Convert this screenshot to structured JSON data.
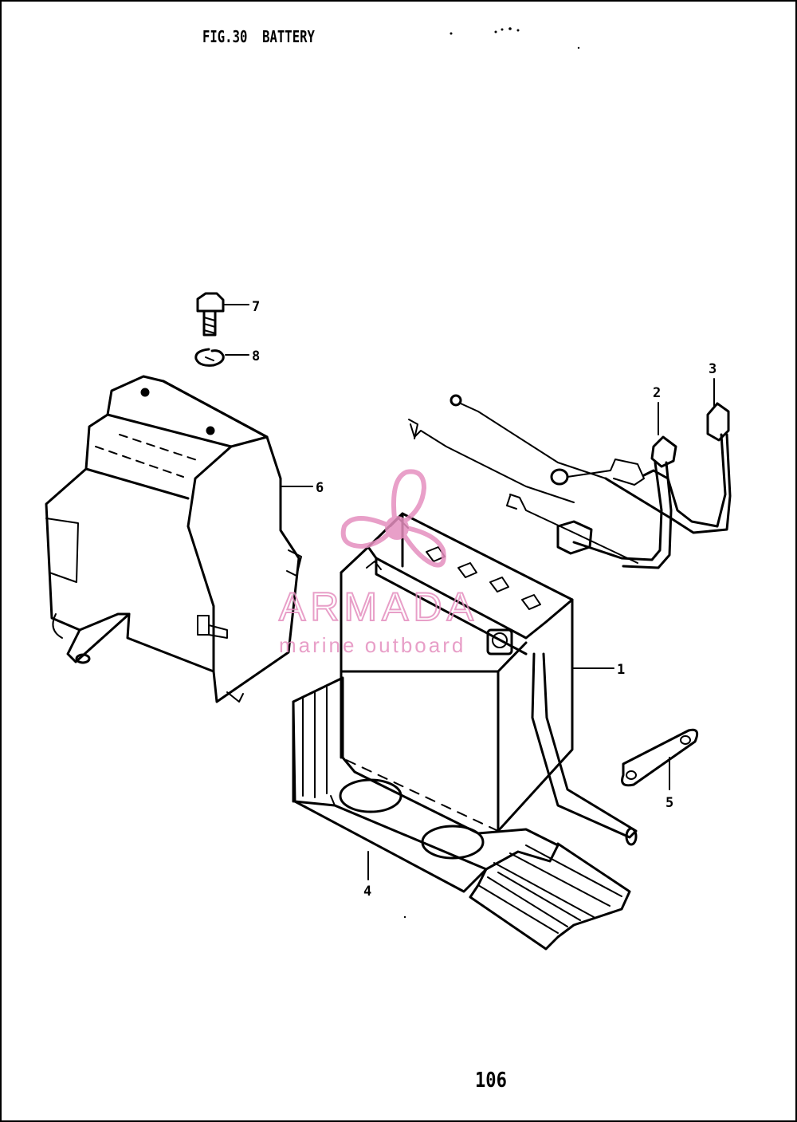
{
  "title": "FIG.30  BATTERY",
  "page_number": "106",
  "callouts": [
    "1",
    "2",
    "3",
    "4",
    "5",
    "6",
    "7",
    "8"
  ],
  "watermark": {
    "brand": "ARMADA",
    "tagline": "marine outboard",
    "color": "#e58fbf",
    "icon": "propeller-icon"
  },
  "colors": {
    "ink": "#000000",
    "paper": "#ffffff"
  }
}
